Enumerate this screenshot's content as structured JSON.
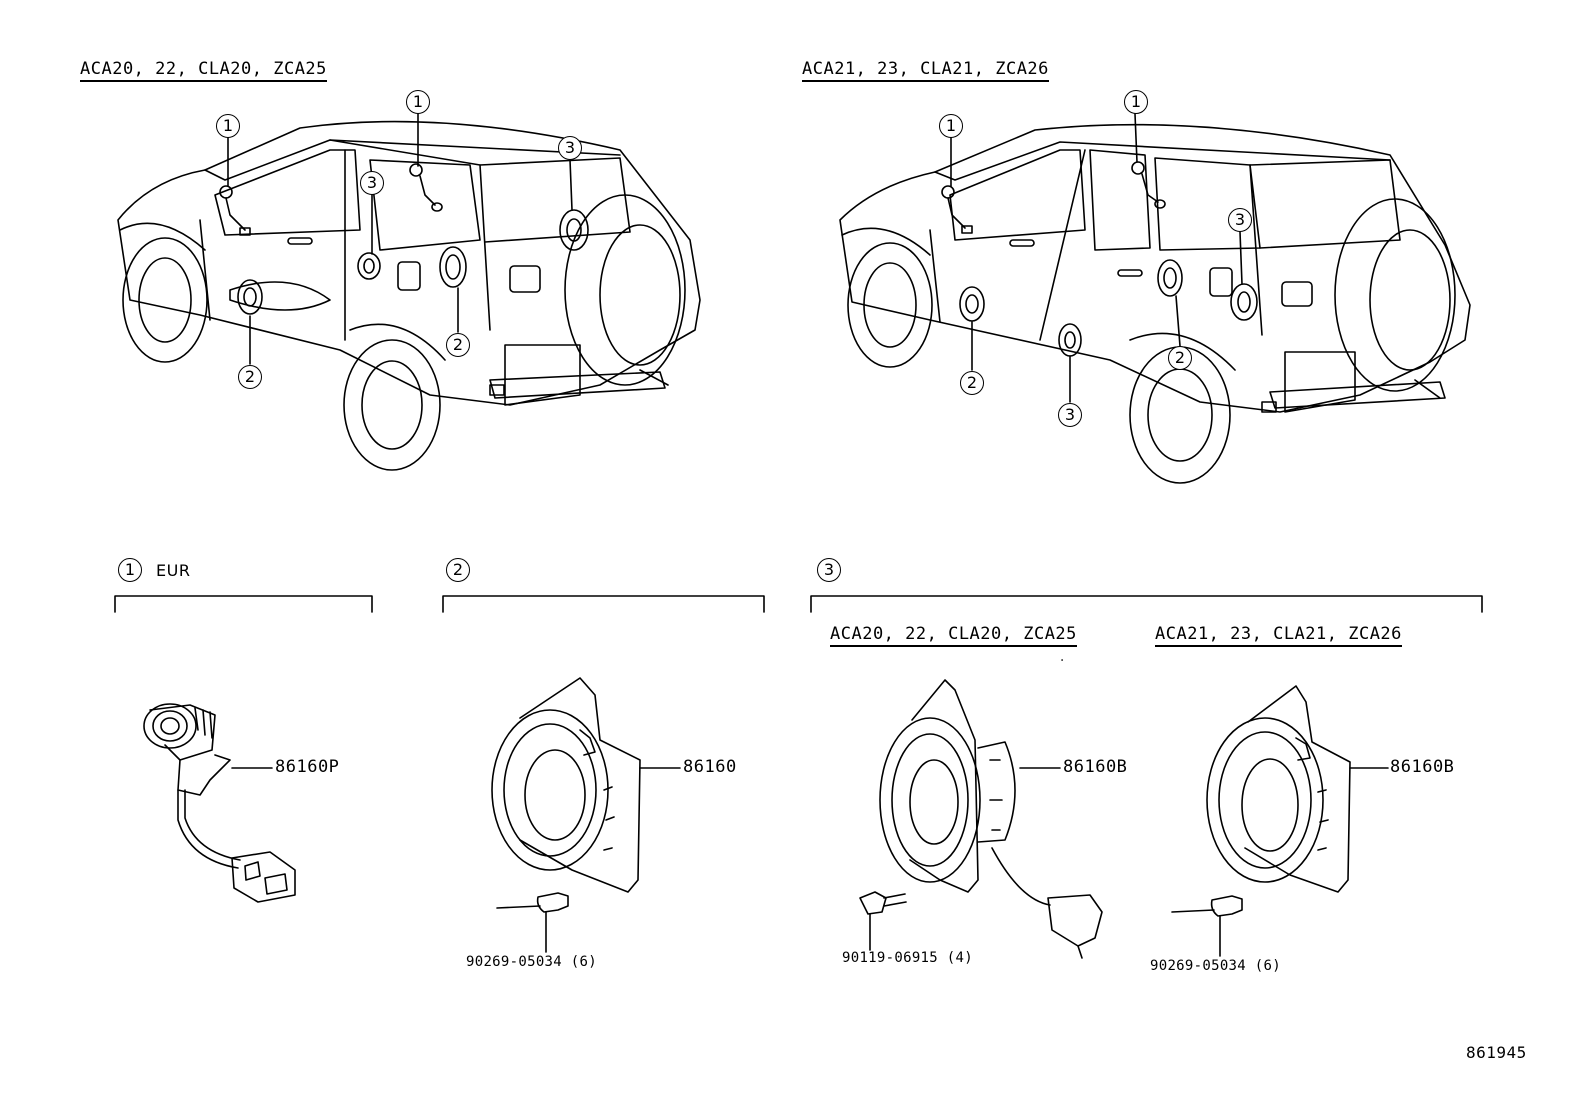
{
  "variants": {
    "left_title": "ACA20, 22, CLA20, ZCA25",
    "right_title": "ACA21, 23, CLA21, ZCA26"
  },
  "callouts": {
    "one": "1",
    "two": "2",
    "three": "3"
  },
  "sections": {
    "one": {
      "region": "EUR",
      "part": "86160P"
    },
    "two": {
      "part": "86160",
      "fastener": "90269-05034 (6)"
    },
    "three": {
      "left_title": "ACA20, 22, CLA20, ZCA25",
      "left_part": "86160B",
      "left_fastener": "90119-06915 (4)",
      "right_title": "ACA21, 23, CLA21, ZCA26",
      "right_part": "86160B",
      "right_fastener": "90269-05034 (6)"
    }
  },
  "figure_id": "861945"
}
